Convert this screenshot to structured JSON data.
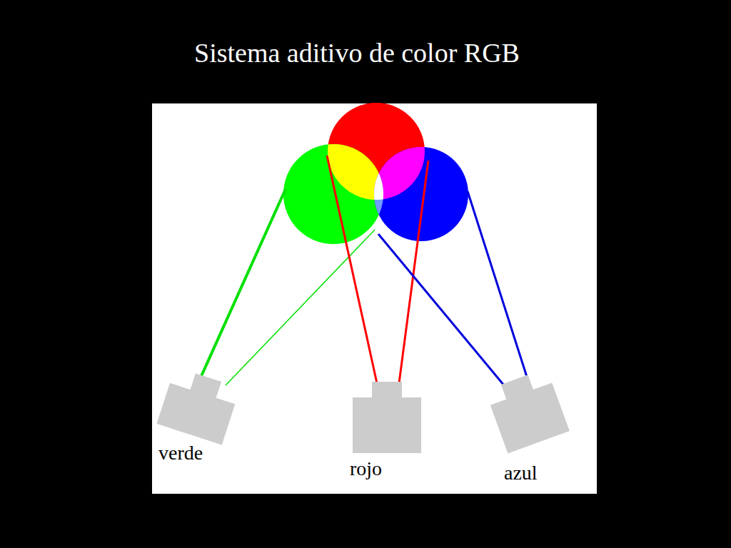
{
  "diagram": {
    "title": "Sistema aditivo de color RGB",
    "nodes": [
      {
        "text": [
          "verde"
        ]
      },
      {
        "text": [
          "rojo"
        ]
      },
      {
        "text": [
          "azul"
        ]
      }
    ]
  }
}
